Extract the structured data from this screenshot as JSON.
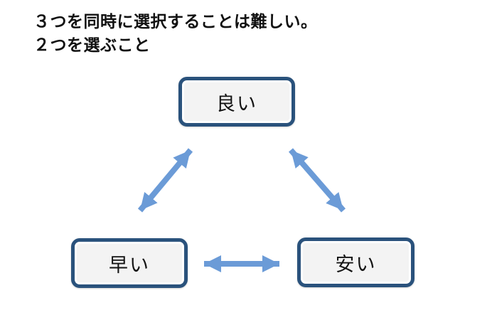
{
  "slide": {
    "title": {
      "line1": "３つを同時に選択することは難しい。",
      "line2": "２つを選ぶこと"
    },
    "nodes": [
      {
        "id": "good",
        "label": "良い"
      },
      {
        "id": "fast",
        "label": "早い"
      },
      {
        "id": "cheap",
        "label": "安い"
      }
    ],
    "connections": [
      {
        "from": "good",
        "to": "fast",
        "style": "double-arrow"
      },
      {
        "from": "good",
        "to": "cheap",
        "style": "double-arrow"
      },
      {
        "from": "fast",
        "to": "cheap",
        "style": "double-arrow"
      }
    ],
    "colors": {
      "box_border": "#2A527C",
      "box_fill": "#F3F3F3",
      "arrow": "#6B9BD7",
      "title_text": "#111111"
    }
  }
}
